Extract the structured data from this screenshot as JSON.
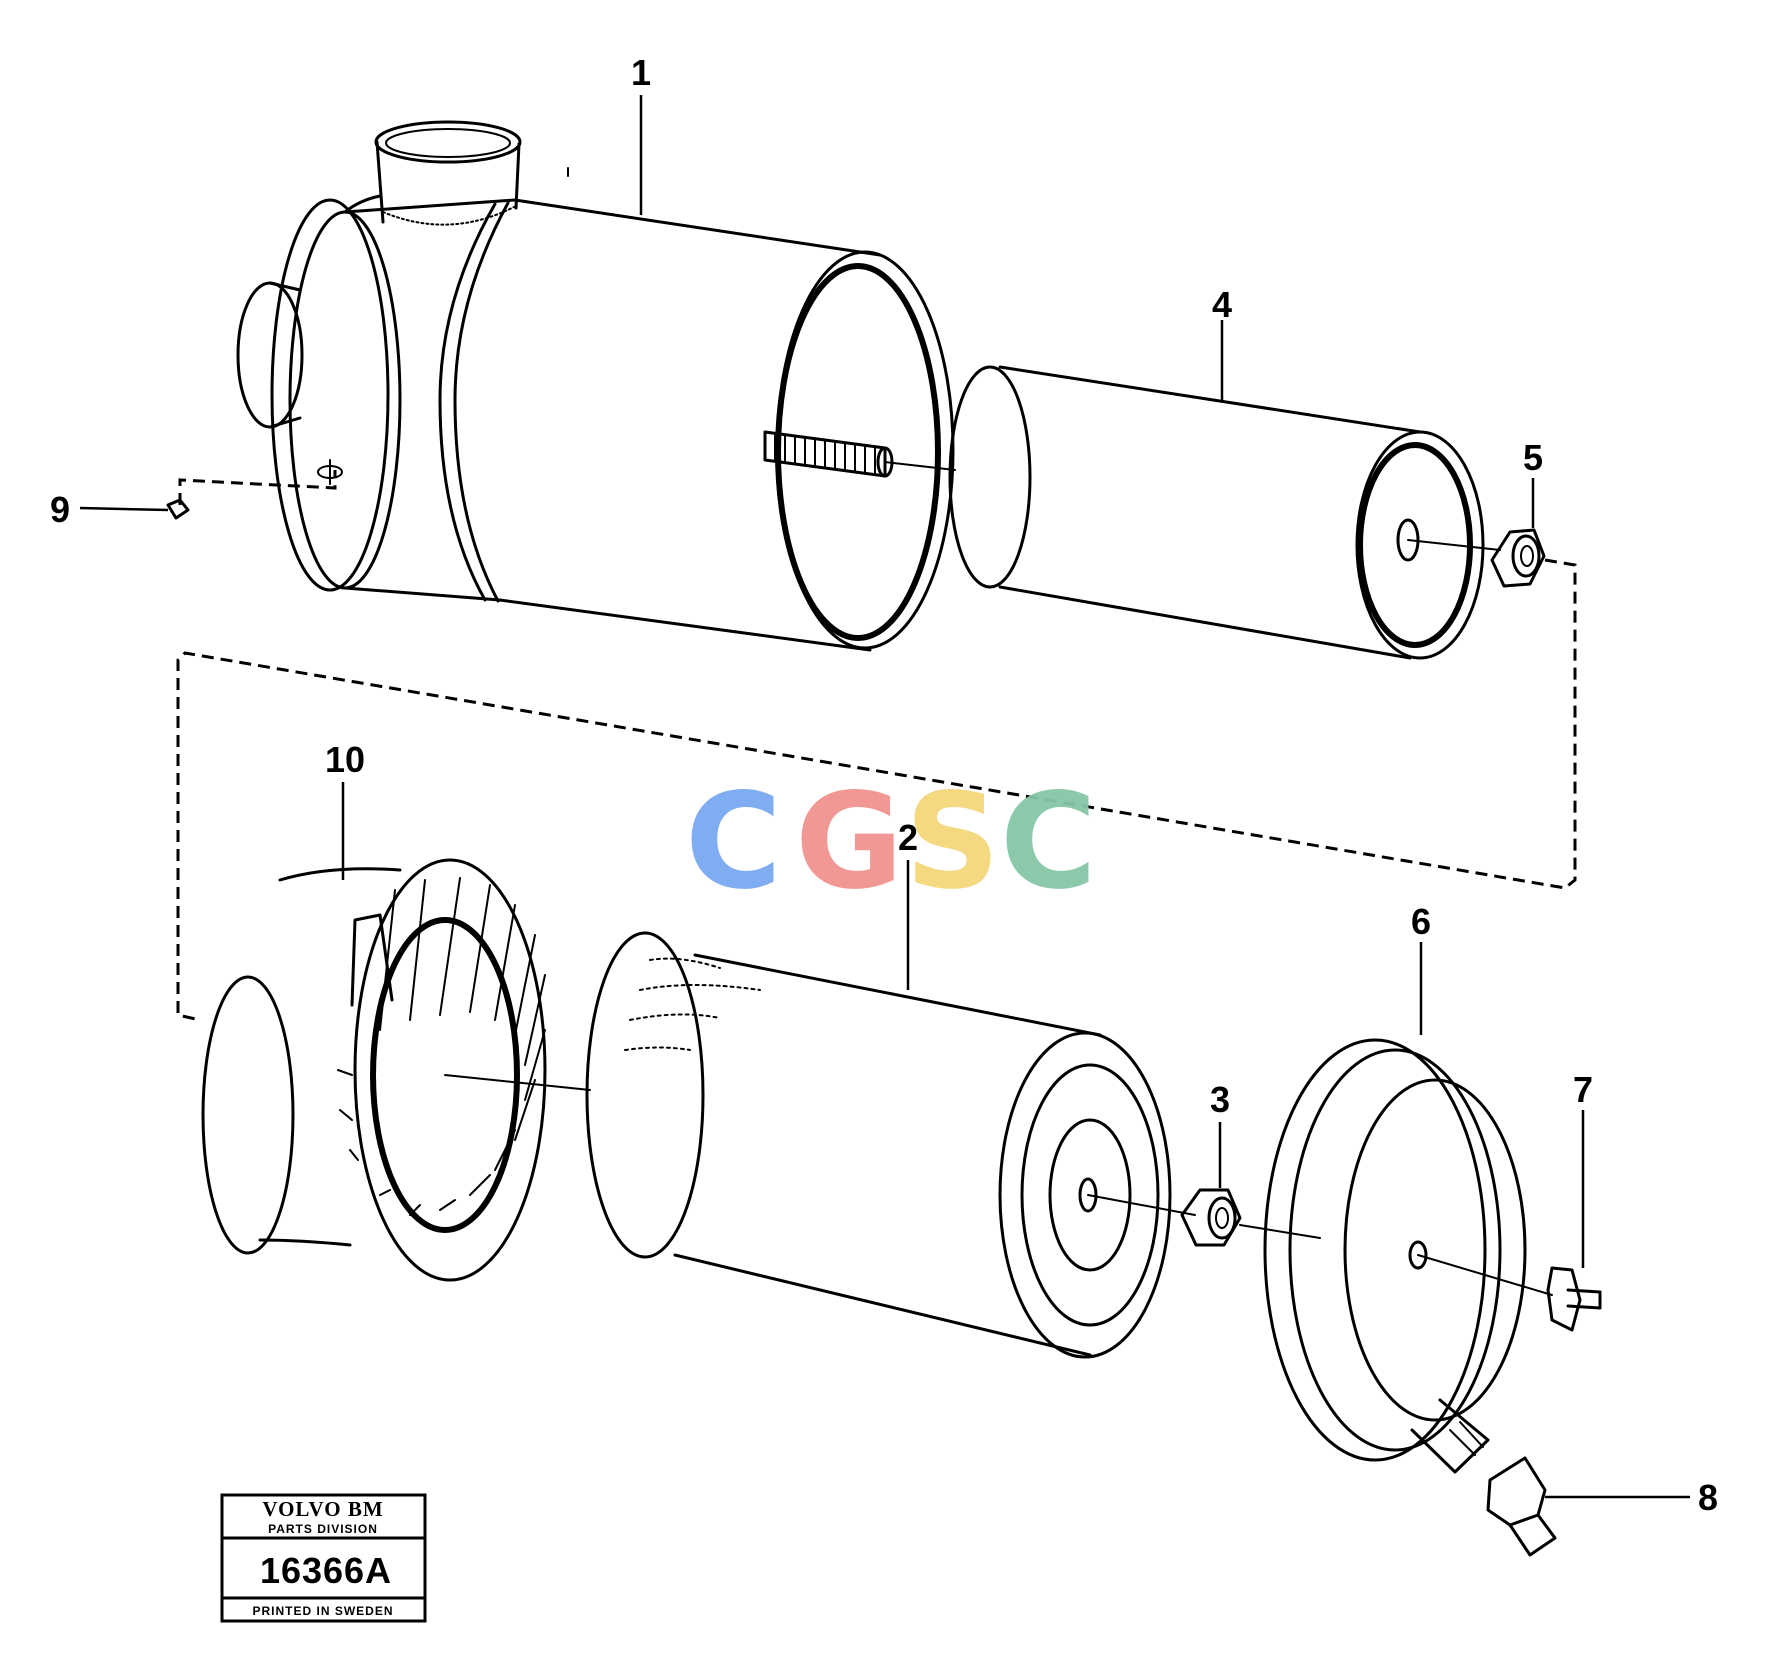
{
  "callouts": [
    {
      "id": "1",
      "label": "1"
    },
    {
      "id": "2",
      "label": "2"
    },
    {
      "id": "3",
      "label": "3"
    },
    {
      "id": "4",
      "label": "4"
    },
    {
      "id": "5",
      "label": "5"
    },
    {
      "id": "6",
      "label": "6"
    },
    {
      "id": "7",
      "label": "7"
    },
    {
      "id": "8",
      "label": "8"
    },
    {
      "id": "9",
      "label": "9"
    },
    {
      "id": "10",
      "label": "10"
    }
  ],
  "stamp": {
    "brand": "VOLVO BM",
    "division": "PARTS DIVISION",
    "number": "16366A",
    "printed": "PRINTED IN SWEDEN"
  },
  "watermark": {
    "letters": [
      "C",
      "G",
      "S",
      "C"
    ],
    "colors": [
      "#7aa9f2",
      "#f2938f",
      "#f5d77a",
      "#86c7a6"
    ]
  }
}
